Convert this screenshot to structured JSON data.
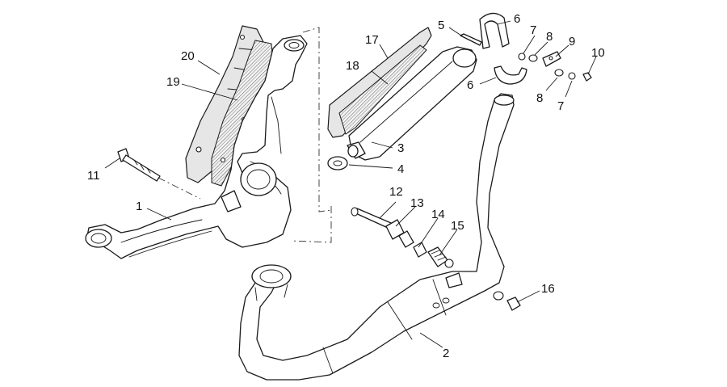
{
  "callouts": [
    {
      "id": "1",
      "label": "1"
    },
    {
      "id": "2",
      "label": "2"
    },
    {
      "id": "3",
      "label": "3"
    },
    {
      "id": "4",
      "label": "4"
    },
    {
      "id": "5",
      "label": "5"
    },
    {
      "id": "6a",
      "label": "6"
    },
    {
      "id": "6b",
      "label": "6"
    },
    {
      "id": "7a",
      "label": "7"
    },
    {
      "id": "7b",
      "label": "7"
    },
    {
      "id": "8a",
      "label": "8"
    },
    {
      "id": "8b",
      "label": "8"
    },
    {
      "id": "9",
      "label": "9"
    },
    {
      "id": "10",
      "label": "10"
    },
    {
      "id": "11",
      "label": "11"
    },
    {
      "id": "12",
      "label": "12"
    },
    {
      "id": "13",
      "label": "13"
    },
    {
      "id": "14",
      "label": "14"
    },
    {
      "id": "15",
      "label": "15"
    },
    {
      "id": "16",
      "label": "16"
    },
    {
      "id": "17",
      "label": "17"
    },
    {
      "id": "18",
      "label": "18"
    },
    {
      "id": "19",
      "label": "19"
    },
    {
      "id": "20",
      "label": "20"
    }
  ],
  "colors": {
    "line": "#1a1a1a",
    "shield_fill": "#e6e6e6",
    "background": "#ffffff"
  }
}
